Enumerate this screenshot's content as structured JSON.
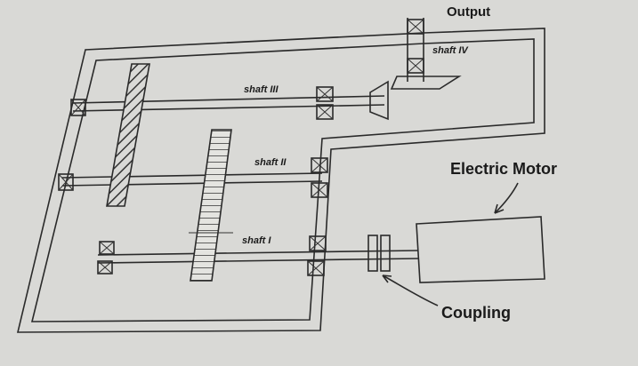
{
  "labels": {
    "output": "Output",
    "shaft_iv": "shaft IV",
    "shaft_iii": "shaft III",
    "shaft_ii": "shaft II",
    "shaft_i": "shaft I",
    "electric_motor": "Electric Motor",
    "coupling": "Coupling"
  }
}
